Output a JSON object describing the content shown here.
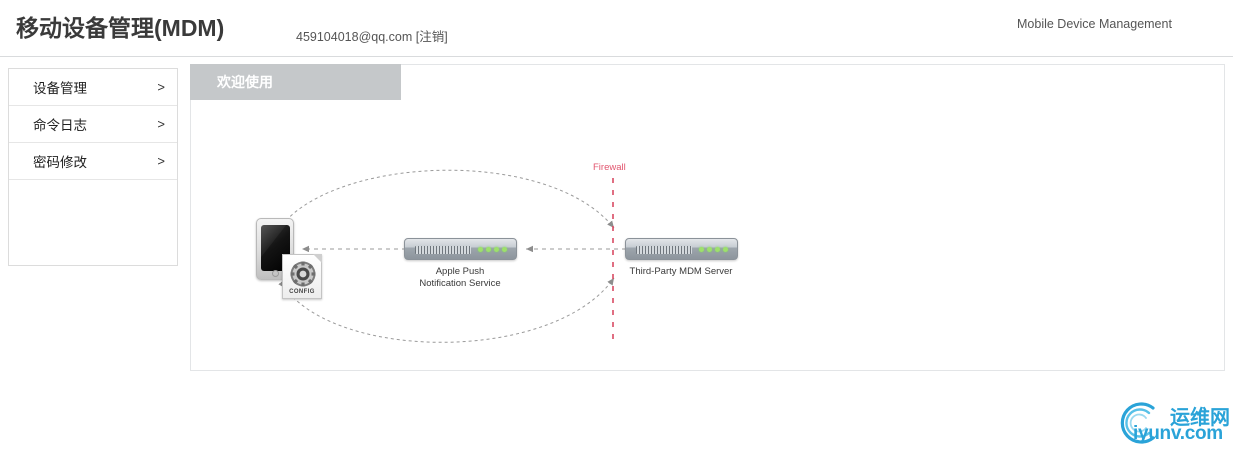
{
  "header": {
    "app_title": "移动设备管理(MDM)",
    "user_account": "459104018@qq.com [注销]",
    "subtitle_right": "Mobile Device Management"
  },
  "sidebar": {
    "items": [
      {
        "label": "设备管理",
        "chevron": ">"
      },
      {
        "label": "命令日志",
        "chevron": ">"
      },
      {
        "label": "密码修改",
        "chevron": ">"
      }
    ]
  },
  "main": {
    "tabs": [
      {
        "label": "欢迎使用",
        "active": true
      }
    ]
  },
  "diagram": {
    "nodes": [
      {
        "id": "device",
        "label": "",
        "type": "iphone"
      },
      {
        "id": "config",
        "label": "CONFIG",
        "type": "config-file"
      },
      {
        "id": "apns",
        "label_line1": "Apple Push",
        "label_line2": "Notification Service",
        "type": "server"
      },
      {
        "id": "mdm",
        "label_line1": "Third-Party MDM Server",
        "label_line2": "",
        "type": "server"
      }
    ],
    "firewall_label": "Firewall",
    "firewall_color": "#e2566f",
    "led_color": "#9ee06b"
  },
  "logo": {
    "text_cn": "运维网",
    "text_en": "iyunv.com",
    "color": "#2aa3d8"
  }
}
